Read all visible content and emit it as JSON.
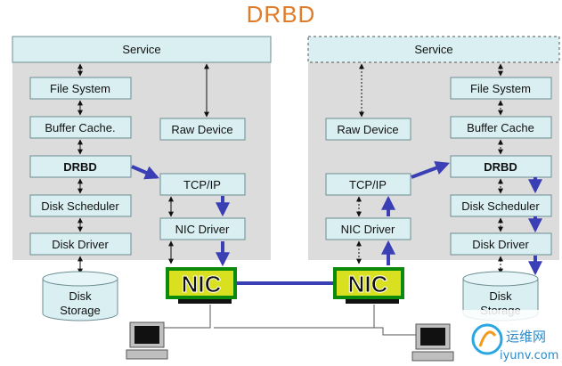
{
  "title": "DRBD",
  "left_node": {
    "service": "Service",
    "file_system": "File System",
    "buffer_cache": "Buffer Cache.",
    "drbd": "DRBD",
    "disk_scheduler": "Disk Scheduler",
    "disk_driver": "Disk Driver",
    "raw_device": "Raw Device",
    "tcp_ip": "TCP/IP",
    "nic_driver": "NIC Driver",
    "nic": "NIC",
    "disk_storage_line1": "Disk",
    "disk_storage_line2": "Storage"
  },
  "right_node": {
    "service": "Service",
    "file_system": "File System",
    "buffer_cache": "Buffer Cache",
    "drbd": "DRBD",
    "disk_scheduler": "Disk Scheduler",
    "disk_driver": "Disk Driver",
    "raw_device": "Raw Device",
    "tcp_ip": "TCP/IP",
    "nic_driver": "NIC Driver",
    "nic": "NIC",
    "disk_storage_line1": "Disk",
    "disk_storage_line2": "Storage"
  },
  "watermark": {
    "brand": "运维网",
    "url": "iyunv.com"
  },
  "colors": {
    "title": "#e07b2a",
    "box_fill": "#d9eff2",
    "panel": "#dcdcdc",
    "flow_arrow": "#3a3fb5",
    "nic_green": "#0c8a0c"
  }
}
